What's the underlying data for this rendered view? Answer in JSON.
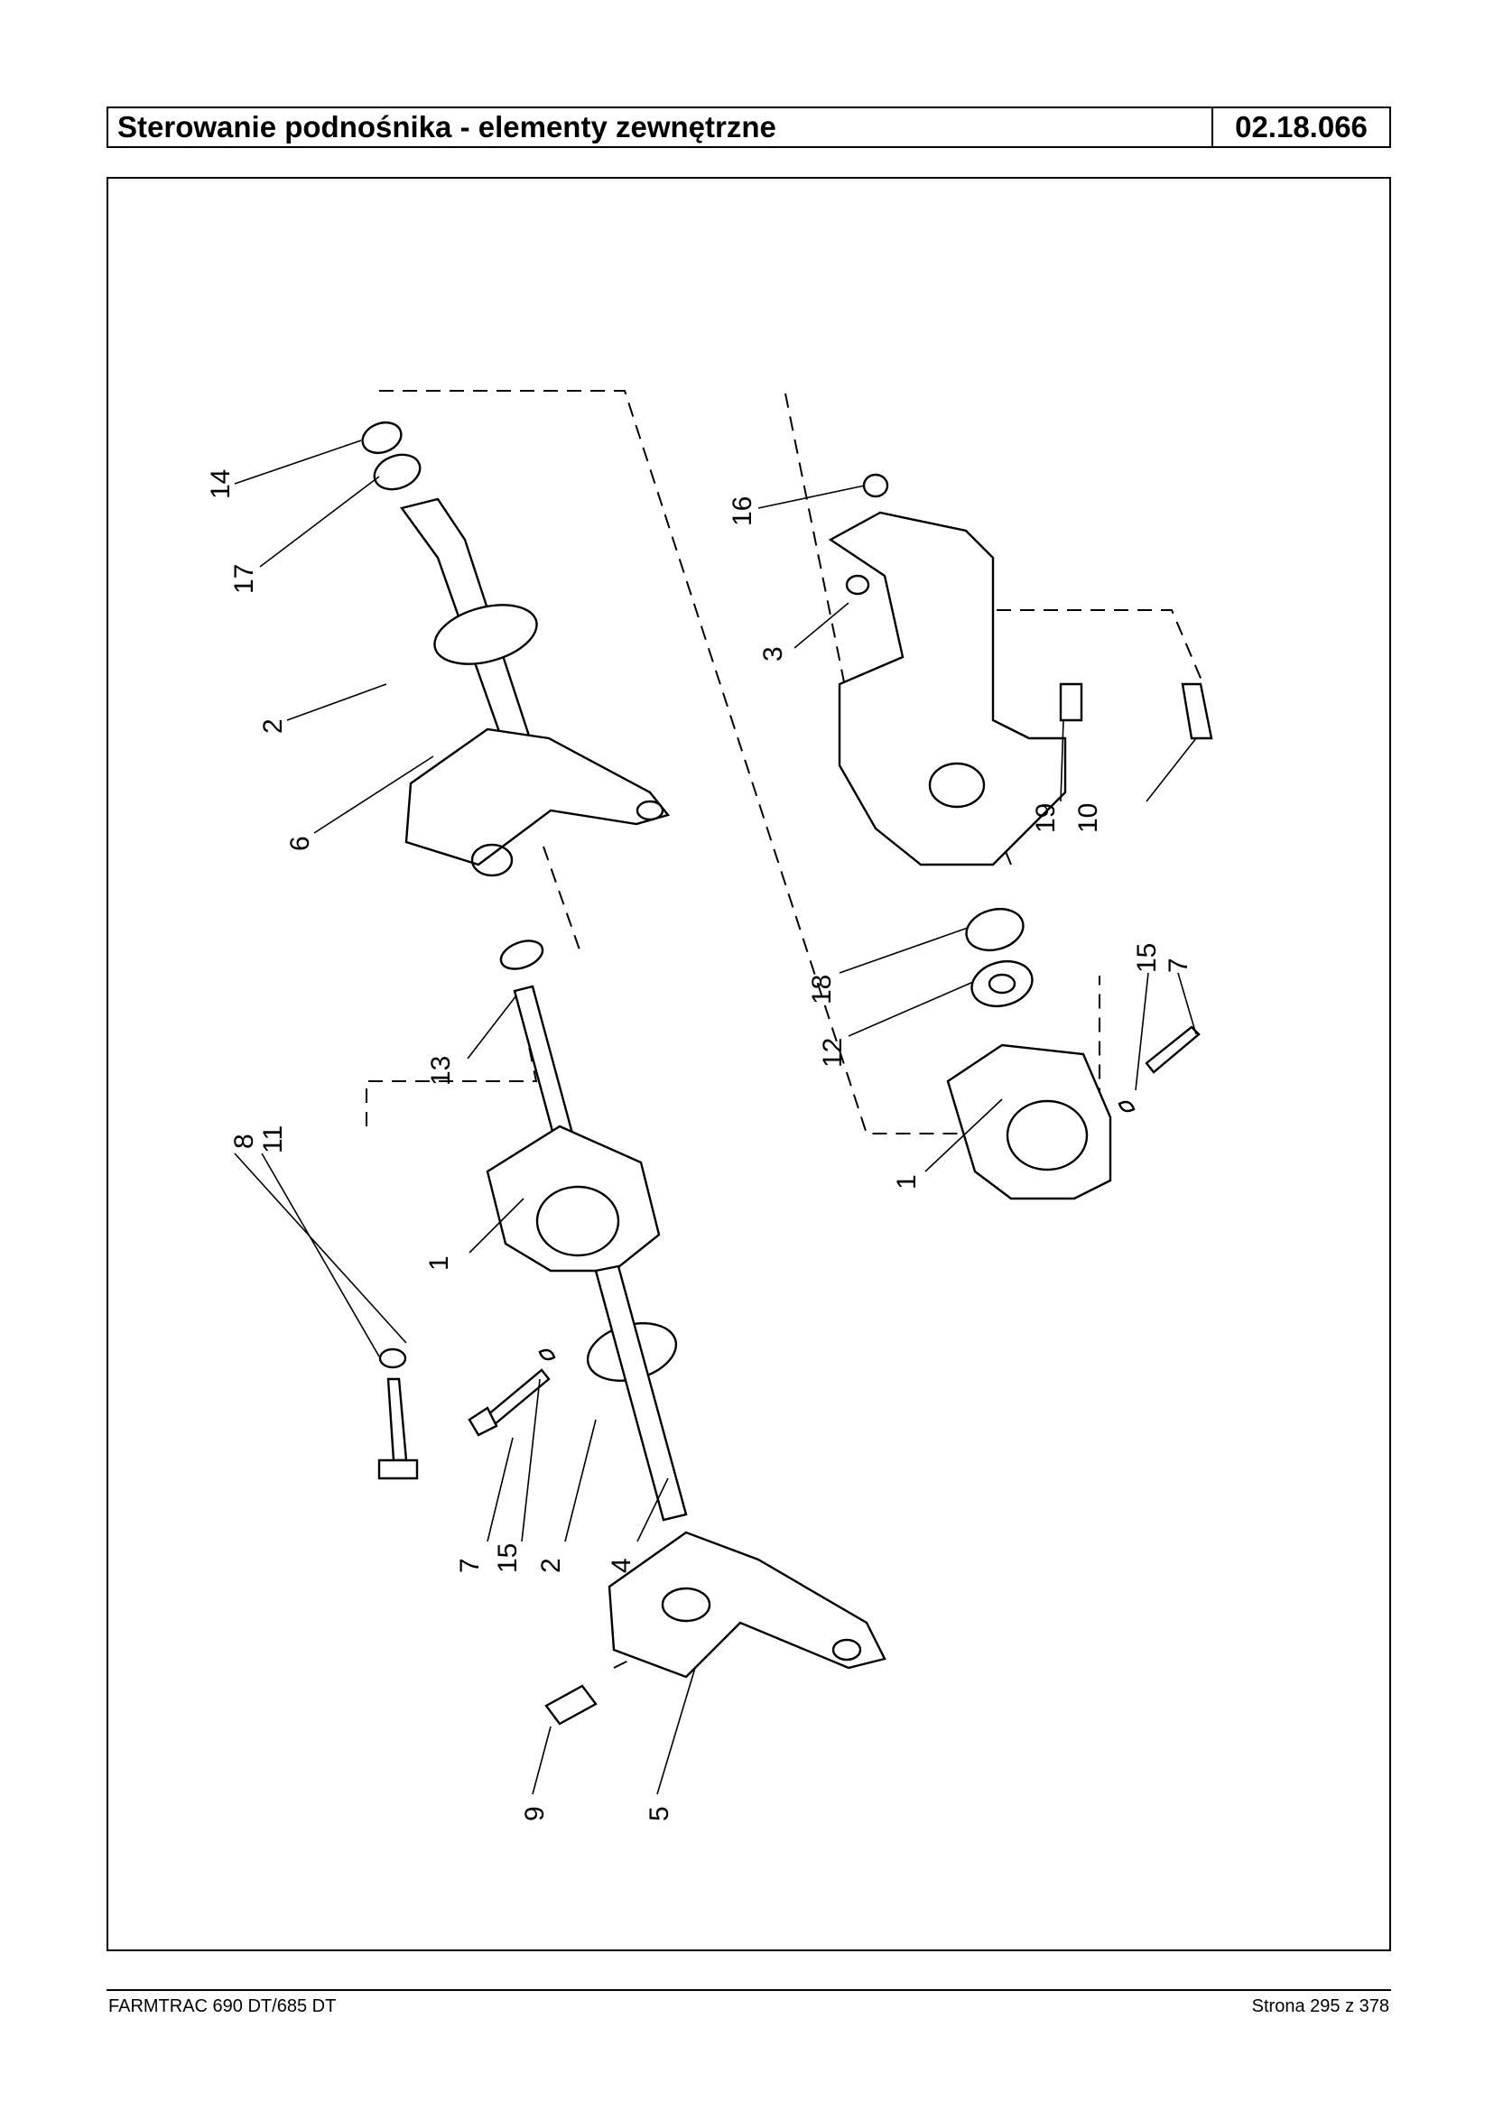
{
  "header": {
    "title": "Sterowanie podnośnika - elementy zewnętrzne",
    "code": "02.18.066"
  },
  "footer": {
    "model": "FARMTRAC 690 DT/685 DT",
    "page": "Strona 295 z 378"
  },
  "diagram": {
    "callouts": [
      {
        "id": "c14",
        "label": "14"
      },
      {
        "id": "c17",
        "label": "17"
      },
      {
        "id": "c2a",
        "label": "2"
      },
      {
        "id": "c6",
        "label": "6"
      },
      {
        "id": "c13",
        "label": "13"
      },
      {
        "id": "c1a",
        "label": "1"
      },
      {
        "id": "c8",
        "label": "8"
      },
      {
        "id": "c11",
        "label": "11"
      },
      {
        "id": "c7a",
        "label": "7"
      },
      {
        "id": "c15a",
        "label": "15"
      },
      {
        "id": "c2b",
        "label": "2"
      },
      {
        "id": "c4",
        "label": "4"
      },
      {
        "id": "c9",
        "label": "9"
      },
      {
        "id": "c5",
        "label": "5"
      },
      {
        "id": "c16",
        "label": "16"
      },
      {
        "id": "c3",
        "label": "3"
      },
      {
        "id": "c19",
        "label": "19"
      },
      {
        "id": "c10",
        "label": "10"
      },
      {
        "id": "c18",
        "label": "18"
      },
      {
        "id": "c12",
        "label": "12"
      },
      {
        "id": "c15b",
        "label": "15"
      },
      {
        "id": "c7b",
        "label": "7"
      },
      {
        "id": "c1b",
        "label": "1"
      }
    ]
  }
}
